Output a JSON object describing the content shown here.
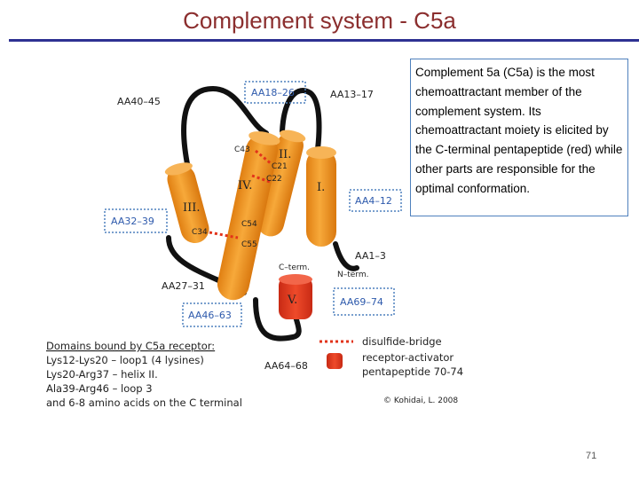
{
  "slide": {
    "title": "Complement system - C5a",
    "description": "Complement 5a (C5a) is the most chemoattractant member of the complement system. Its chemoattractant moiety is elicited by the C-terminal pentapeptide (red) while other parts are responsible for the optimal conformation.",
    "page_number": "71"
  },
  "diagram": {
    "labels": {
      "aa40_45": "AA40–45",
      "aa18_26": "AA18–26",
      "aa13_17": "AA13–17",
      "aa4_12": "AA4–12",
      "aa32_39": "AA32–39",
      "aa1_3": "AA1–3",
      "c_term": "C–term.",
      "n_term": "N–term.",
      "aa27_31": "AA27–31",
      "aa69_74": "AA69–74",
      "aa46_63": "AA46–63",
      "aa64_68": "AA64–68"
    },
    "helices": {
      "h1": "I.",
      "h2": "II.",
      "h3": "III.",
      "h4": "IV.",
      "h5": "V."
    },
    "residues": {
      "c43": "C43",
      "c21": "C21",
      "c22": "C22",
      "c54": "C54",
      "c34": "C34",
      "c55": "C55"
    },
    "domains": [
      "Domains bound by C5a receptor:",
      "Lys12-Lys20 – loop1 (4 lysines)",
      "Lys20-Arg37 – helix II.",
      "Ala39-Arg46 – loop 3",
      "and 6-8 amino acids on the C terminal"
    ],
    "legend": {
      "disulfide": "disulfide-bridge",
      "receptor_line1": "receptor-activator",
      "receptor_line2": "pentapeptide 70-74"
    },
    "copyright": "© Kohidai, L. 2008",
    "colors": {
      "helix": "#F39A1E",
      "helix_shade": "#D9780F",
      "pentapeptide": "#E2331A",
      "label_blue": "#2E5AAC",
      "disulfide": "#E2331A"
    }
  }
}
